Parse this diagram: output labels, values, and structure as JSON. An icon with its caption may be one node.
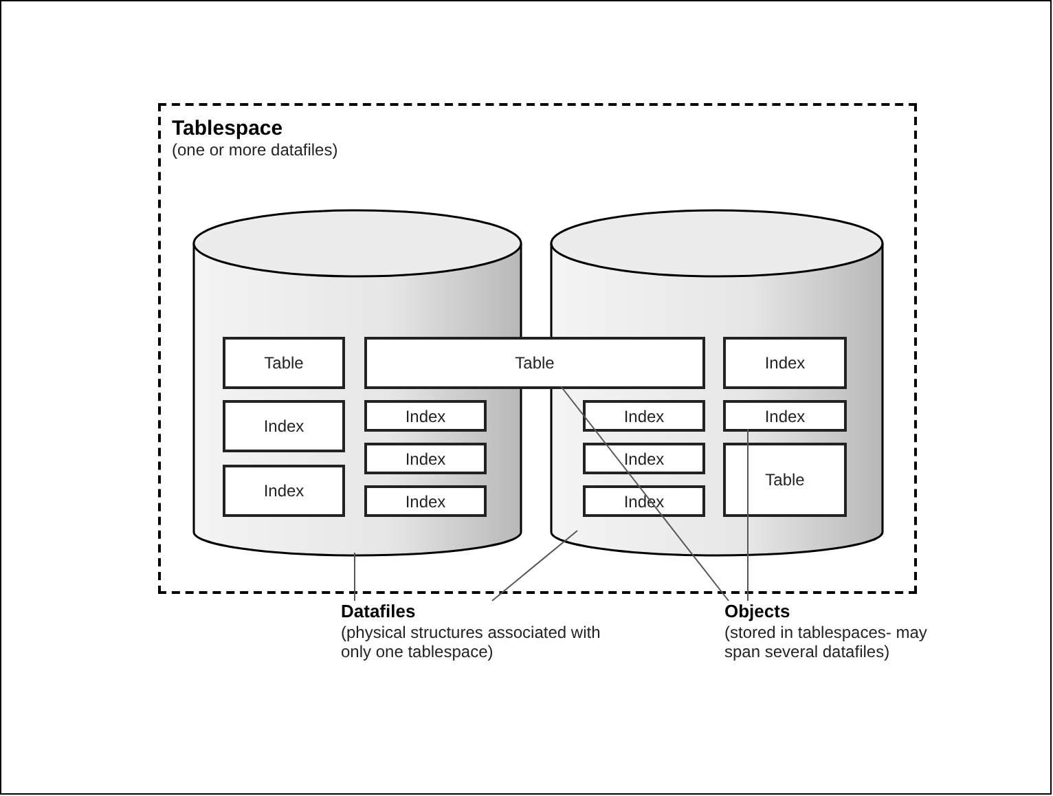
{
  "diagram": {
    "nodes": [
      {
        "text": [
          "Tablespace",
          "(one or more datafiles)"
        ]
      },
      {
        "text": [],
        "shape": "cylinder",
        "in": 0
      },
      {
        "text": [],
        "shape": "cylinder",
        "in": 0
      },
      {
        "text": [
          "Table"
        ],
        "in": 1
      },
      {
        "text": [
          "Table"
        ],
        "in": 0
      },
      {
        "text": [
          "Index"
        ],
        "in": 2
      },
      {
        "text": [
          "Index"
        ],
        "in": 1
      },
      {
        "text": [
          "Index"
        ],
        "in": 1
      },
      {
        "text": [
          "Index"
        ],
        "in": 2
      },
      {
        "text": [
          "Index"
        ],
        "in": 2
      },
      {
        "text": [
          "Index"
        ],
        "in": 1
      },
      {
        "text": [
          "Index"
        ],
        "in": 2
      },
      {
        "text": [
          "Table"
        ],
        "in": 2
      },
      {
        "text": [
          "Index"
        ],
        "in": 1
      },
      {
        "text": [
          "Index"
        ],
        "in": 1
      },
      {
        "text": [
          "Index"
        ],
        "in": 2
      },
      {
        "text": [
          "Datafiles",
          "(physical structures associated with only one tablespace)"
        ]
      },
      {
        "text": [
          "Objects",
          "(stored in tablespaces- may span several datafiles)"
        ]
      }
    ],
    "edges": [
      {
        "from": 16,
        "to": 1,
        "arrow": "none"
      },
      {
        "from": 16,
        "to": 2,
        "arrow": "none"
      },
      {
        "from": 17,
        "to": 4,
        "arrow": "none"
      },
      {
        "from": 17,
        "to": 9,
        "arrow": "none"
      }
    ]
  }
}
